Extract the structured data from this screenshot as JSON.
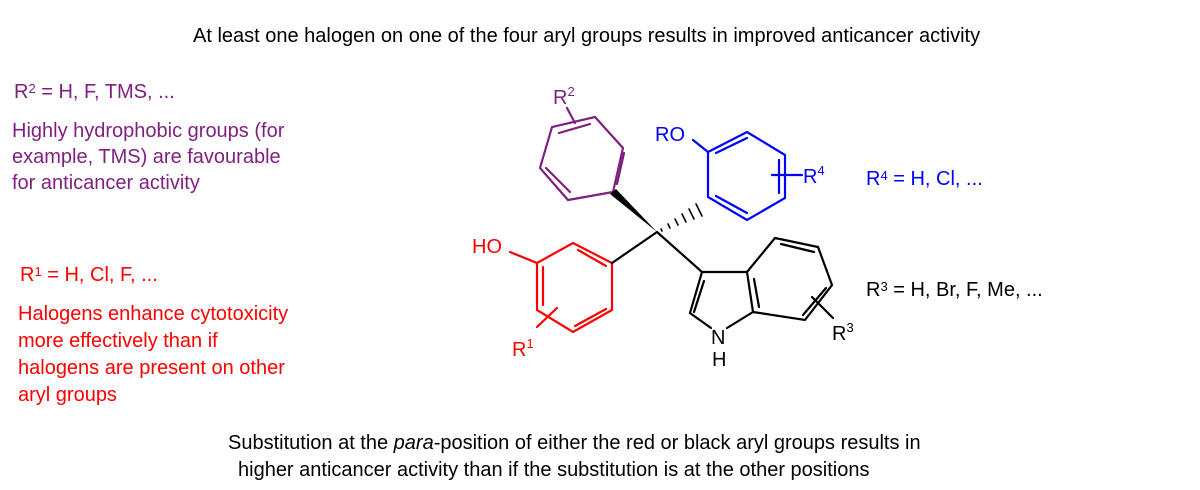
{
  "header": "At least one halogen on one of the four aryl groups results in improved anticancer activity",
  "r2": {
    "prefix": "R",
    "sup": "2",
    "values": " = H, F, TMS, ...",
    "note": [
      "Highly hydrophobic groups (for",
      "example, TMS) are favourable",
      "for anticancer activity"
    ]
  },
  "r1": {
    "prefix": "R",
    "sup": "1",
    "values": " = H, Cl, F, ...",
    "note": [
      "Halogens enhance cytotoxicity",
      "more effectively than if",
      "halogens are present on other",
      "aryl groups"
    ]
  },
  "r4": {
    "prefix": "R",
    "sup": "4",
    "values": " = H, Cl, ..."
  },
  "r3": {
    "prefix": "R",
    "sup": "3",
    "values": " = H, Br, F, Me, ..."
  },
  "footer": {
    "line1_pre": "Substitution at the ",
    "line1_em": "para",
    "line1_post": "-position of either the red or black aryl groups results in",
    "line2": "higher anticancer activity than if the substitution is at the other positions"
  },
  "molecule": {
    "ro": "RO",
    "ho": "HO",
    "n": "N",
    "h": "H",
    "r": "R",
    "sup1": "1",
    "sup2": "2",
    "sup3": "3",
    "sup4": "4"
  },
  "colors": {
    "red": "#ff0000",
    "blue": "#0000ff",
    "purple": "#7f1f7f",
    "black": "#000000"
  }
}
